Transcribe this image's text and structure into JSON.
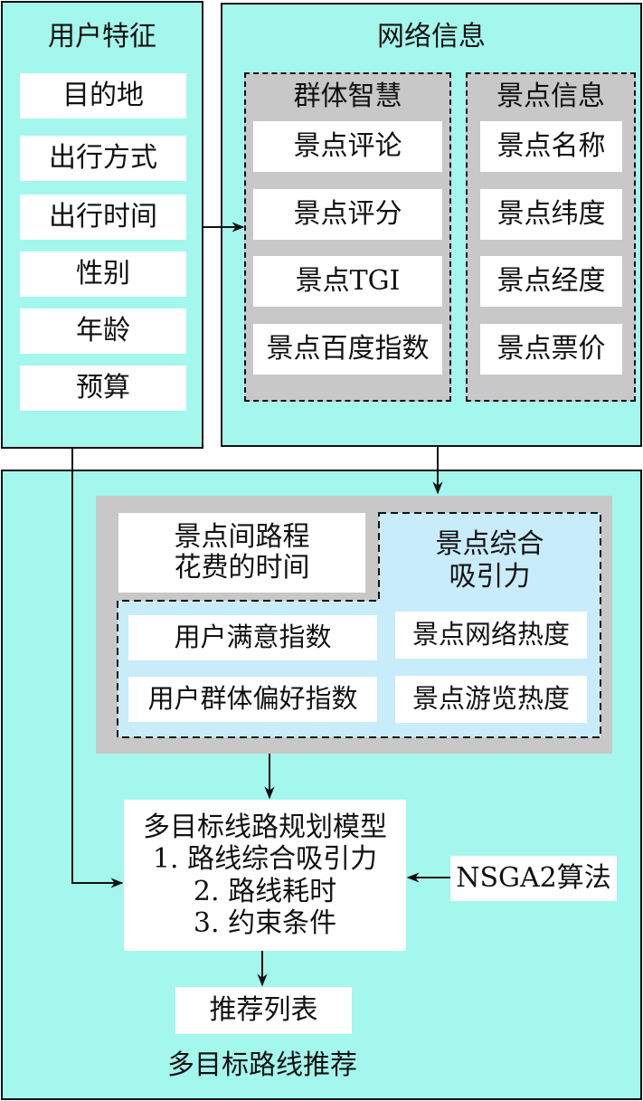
{
  "user_features": {
    "title": "用户特征",
    "items": [
      "目的地",
      "出行方式",
      "出行时间",
      "性别",
      "年龄",
      "预算"
    ]
  },
  "network_info": {
    "title": "网络信息",
    "group_wisdom": {
      "title": "群体智慧",
      "items": [
        "景点评论",
        "景点评分",
        "景点TGI",
        "景点百度指数"
      ]
    },
    "spot_info": {
      "title": "景点信息",
      "items": [
        "景点名称",
        "景点纬度",
        "景点经度",
        "景点票价"
      ]
    }
  },
  "recommendation": {
    "title": "多目标路线推荐",
    "travel_time_box": {
      "line1": "景点间路程",
      "line2": "花费的时间"
    },
    "attraction": {
      "title_line1": "景点综合",
      "title_line2": "吸引力",
      "items": [
        "用户满意指数",
        "景点网络热度",
        "用户群体偏好指数",
        "景点游览热度"
      ]
    },
    "model": {
      "line1": "多目标线路规划模型",
      "line2": "1. 路线综合吸引力",
      "line3": "2. 路线耗时",
      "line4": "3. 约束条件"
    },
    "algorithm": "NSGA2算法",
    "result": "推荐列表"
  }
}
